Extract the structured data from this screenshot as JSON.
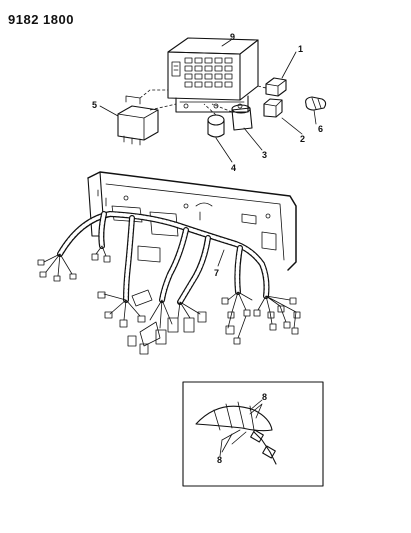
{
  "catalog_number": "9182 1800",
  "callouts": {
    "c1": "1",
    "c2": "2",
    "c3": "3",
    "c4": "4",
    "c5": "5",
    "c6": "6",
    "c7": "7",
    "c8a": "8",
    "c8b": "8",
    "c9": "9"
  }
}
